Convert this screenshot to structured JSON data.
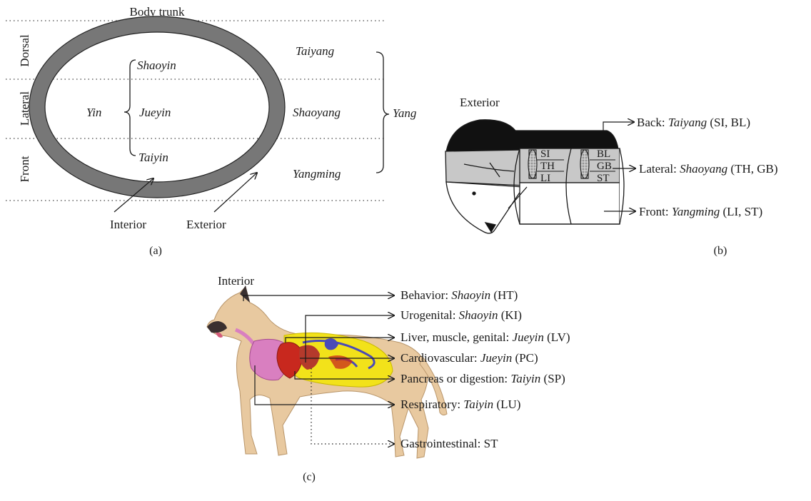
{
  "panel_a": {
    "title": "Body trunk",
    "side_dorsal": "Dorsal",
    "side_lateral": "Lateral",
    "side_front": "Front",
    "yin": "Yin",
    "shaoyin": "Shaoyin",
    "jueyin": "Jueyin",
    "taiyin": "Taiyin",
    "taiyang": "Taiyang",
    "shaoyang": "Shaoyang",
    "yangming": "Yangming",
    "yang": "Yang",
    "interior": "Interior",
    "exterior": "Exterior",
    "caption": "(a)"
  },
  "panel_b": {
    "exterior": "Exterior",
    "back_prefix": "Back: ",
    "back_name": "Taiyang",
    "back_codes": " (SI, BL)",
    "lateral_prefix": "Lateral: ",
    "lateral_name": "Shaoyang",
    "lateral_codes": " (TH, GB)",
    "front_prefix": "Front: ",
    "front_name": "Yangming",
    "front_codes": " (LI, ST)",
    "cyl1": [
      "SI",
      "TH",
      "LI"
    ],
    "cyl2": [
      "BL",
      "GB",
      "ST"
    ],
    "caption": "(b)"
  },
  "panel_c": {
    "interior": "Interior",
    "items": [
      {
        "prefix": "Behavior: ",
        "name": "Shaoyin",
        "code": " (HT)"
      },
      {
        "prefix": "Urogenital: ",
        "name": "Shaoyin",
        "code": " (KI)"
      },
      {
        "prefix": "Liver, muscle, genital: ",
        "name": "Jueyin",
        "code": " (LV)"
      },
      {
        "prefix": "Cardiovascular: ",
        "name": "Jueyin",
        "code": " (PC)"
      },
      {
        "prefix": "Pancreas or digestion: ",
        "name": "Taiyin",
        "code": " (SP)"
      },
      {
        "prefix": "Respiratory: ",
        "name": "Taiyin",
        "code": " (LU)"
      }
    ],
    "gi_label": "Gastrointestinal: ST",
    "caption": "(c)"
  },
  "colors": {
    "ring": "#777777",
    "cylinder": "#c8c8c8",
    "dark": "#111111",
    "dog_body": "#e8c9a0",
    "lung": "#d97fc0",
    "heart": "#c8281e",
    "digestive": "#f2e21a",
    "vessel": "#4a4ab8"
  }
}
